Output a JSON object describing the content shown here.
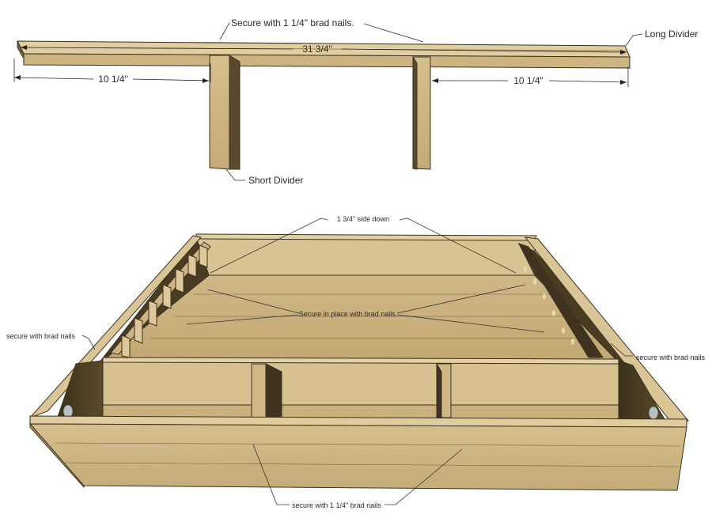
{
  "top_view": {
    "callout_secure": "Secure with 1 1/4\" brad nails.",
    "callout_long_divider": "Long Divider",
    "callout_short_divider": "Short Divider",
    "dim_overall": "31 3/4\"",
    "dim_left": "10 1/4\"",
    "dim_right": "10 1/4\""
  },
  "bottom_view": {
    "callout_side_down": "1 3/4\" side down",
    "callout_secure_in_place": "Secure in place with brad nails.",
    "callout_left": "secure with brad nails",
    "callout_right": "secure with brad nails",
    "callout_front": "secure with 1 1/4\" brad nails"
  },
  "colors": {
    "wood_light": "#dcc79a",
    "wood_mid": "#c9b07c",
    "wood_dark": "#4a3c22",
    "edge": "#3a3220"
  }
}
